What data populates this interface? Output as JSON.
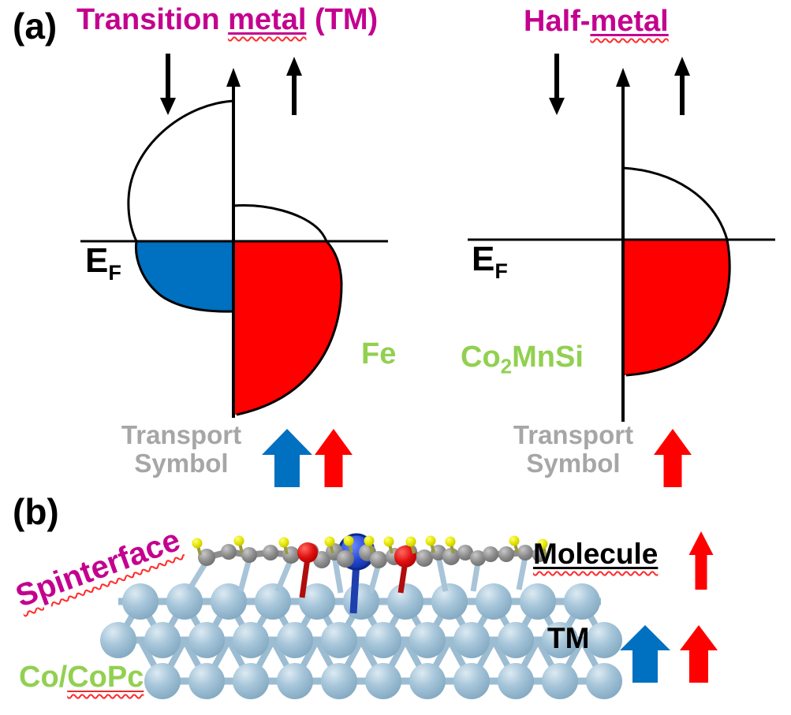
{
  "figure": {
    "panel_a": {
      "label": "(a)",
      "ef_main": "E",
      "ef_sub": "F",
      "tm_section": {
        "title_prefix": "Transition ",
        "title_underlined": "metal",
        "title_suffix": " (TM)",
        "material": "Fe",
        "transport_line1": "Transport",
        "transport_line2": "Symbol"
      },
      "hm_section": {
        "title_prefix": "Half-",
        "title_underlined": "metal",
        "material_pre": "Co",
        "material_sub": "2",
        "material_post": "MnSi",
        "transport_line1": "Transport",
        "transport_line2": "Symbol"
      }
    },
    "panel_b": {
      "label": "(b)",
      "spinterface": "Spinterface",
      "molecule_label": "Molecule",
      "tm_label": "TM",
      "substrate_prefix": "Co/",
      "substrate_underlined": "CoPc"
    }
  },
  "colors": {
    "magenta_title": "#c4008f",
    "green_material": "#92d050",
    "gray_transport": "#a6a6a6",
    "spin_down_blue": "#0070c0",
    "spin_up_red": "#ff0000",
    "squiggle_red": "#ff2b2b",
    "axis_black": "#000000",
    "slab_atom_blue": "#9abfd6",
    "carbon_gray": "#8d8d8d",
    "hydrogen_yellow": "#e3e300",
    "nitrogen_red": "#e01010",
    "cobalt_blue": "#2247d6"
  }
}
